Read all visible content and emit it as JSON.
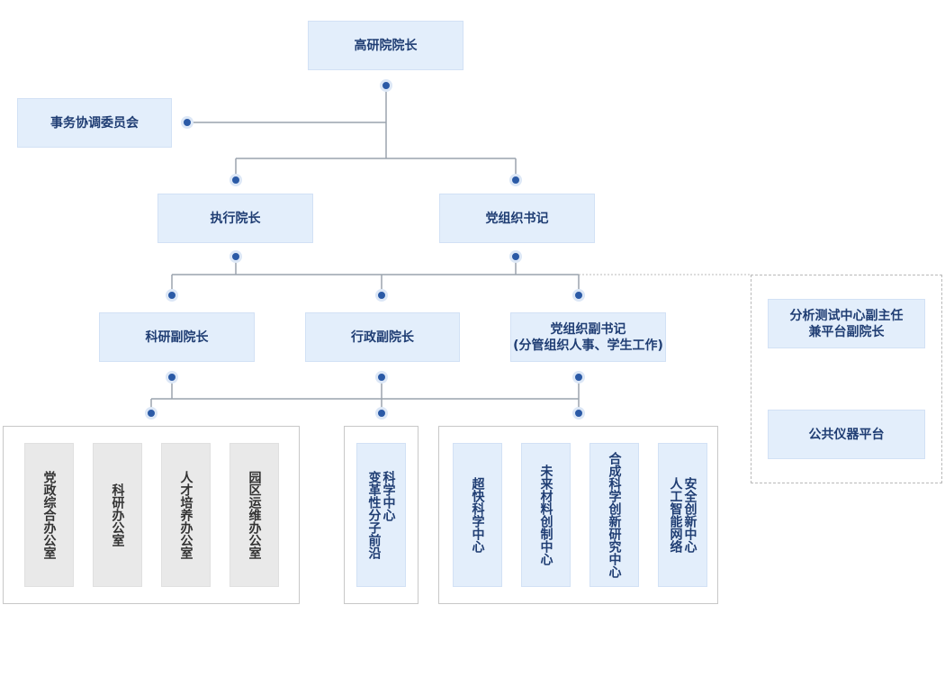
{
  "colors": {
    "node_bg": "#e3eefb",
    "node_text": "#1f3d73",
    "office_bg": "#e9e9e9",
    "office_text": "#333333",
    "connector": "#9aa3ad",
    "dot": "#2b5aa6"
  },
  "nodes": {
    "president": "高研院院长",
    "affairs_committee": "事务协调委员会",
    "executive_vp": "执行院长",
    "party_secretary": "党组织书记",
    "research_vp": "科研副院长",
    "admin_vp": "行政副院长",
    "deputy_party_secretary": "党组织副书记\n(分管组织人事、学生工作)",
    "analysis_center_vp": "分析测试中心副主任\n兼平台副院长",
    "instrument_platform": "公共仪器平台"
  },
  "offices": [
    "党政综合办公室",
    "科研办公室",
    "人才培养办公室",
    "园区运维办公室"
  ],
  "frontier_center": "科学中心\n变革性分子前沿",
  "centers": [
    "超快科学中心",
    "未来材料创制中心",
    "合成科学创新研究中心",
    "安全创新中心\n人工智能网络"
  ]
}
